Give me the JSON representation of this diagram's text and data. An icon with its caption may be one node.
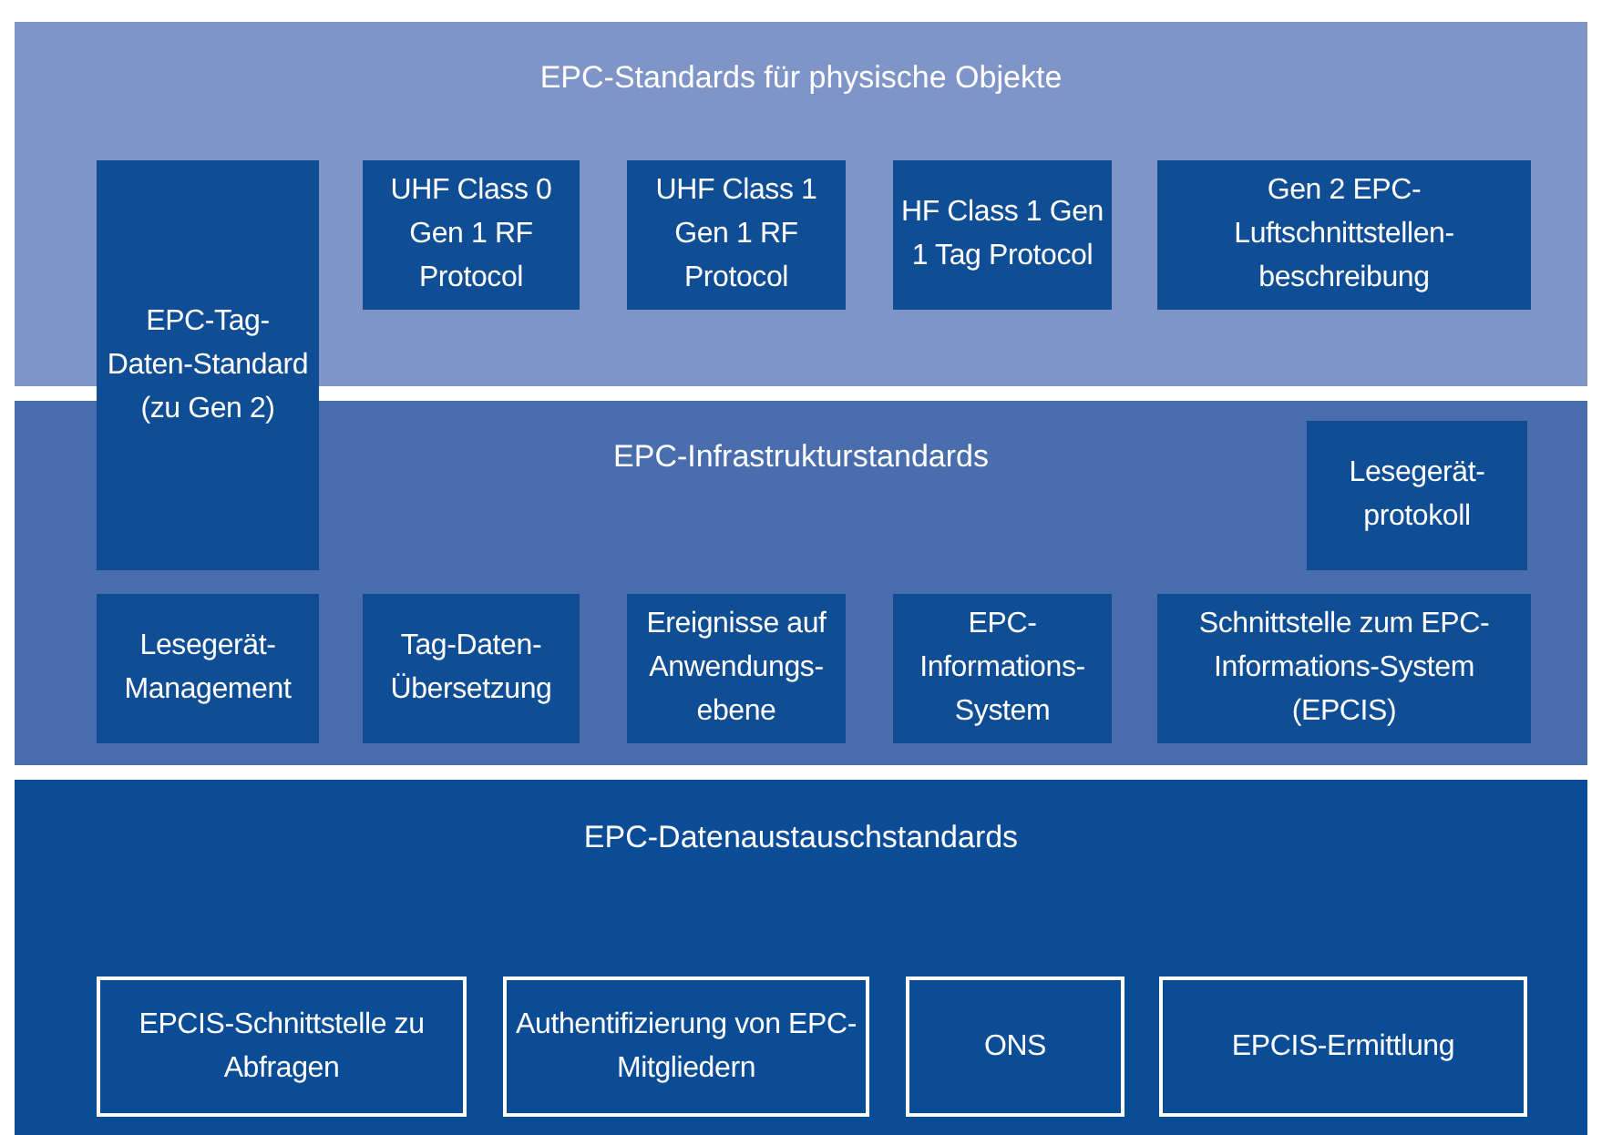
{
  "diagram": {
    "nodes": [
      {
        "text": [
          "EPC-Standards für physische Objekte"
        ]
      },
      {
        "text": [
          "EPC-Tag-Daten-Standard (zu Gen 2)"
        ]
      },
      {
        "text": [
          "UHF Class 0 Gen 1 RF Protocol"
        ],
        "in": 0
      },
      {
        "text": [
          "UHF Class 1 Gen 1 RF Protocol"
        ],
        "in": 0
      },
      {
        "text": [
          "HF Class 1 Gen 1 Tag Protocol"
        ],
        "in": 0
      },
      {
        "text": [
          "Gen 2 EPC-Luftschnittstellen-beschreibung"
        ],
        "in": 0
      },
      {
        "text": [
          "EPC-Infrastrukturstandards"
        ]
      },
      {
        "text": [
          "Lesegerät-protokoll"
        ],
        "in": 6
      },
      {
        "text": [
          "Lesegerät-Management"
        ],
        "in": 6
      },
      {
        "text": [
          "Tag-Daten-Übersetzung"
        ],
        "in": 6
      },
      {
        "text": [
          "Ereignisse auf Anwendungs-ebene"
        ],
        "in": 6
      },
      {
        "text": [
          "EPC-Informations-System"
        ],
        "in": 6
      },
      {
        "text": [
          "Schnittstelle zum EPC-Informations-System (EPCIS)"
        ],
        "in": 6
      },
      {
        "text": [
          "EPC-Datenaustauschstandards"
        ]
      },
      {
        "text": [
          "EPCIS-Schnittstelle zu Abfragen"
        ],
        "in": 13
      },
      {
        "text": [
          "Authentifizierung von EPC-Mitgliedern"
        ],
        "in": 13
      },
      {
        "text": [
          "ONS"
        ],
        "in": 13
      },
      {
        "text": [
          "EPCIS-Ermittlung"
        ],
        "in": 13
      }
    ],
    "edges": []
  }
}
